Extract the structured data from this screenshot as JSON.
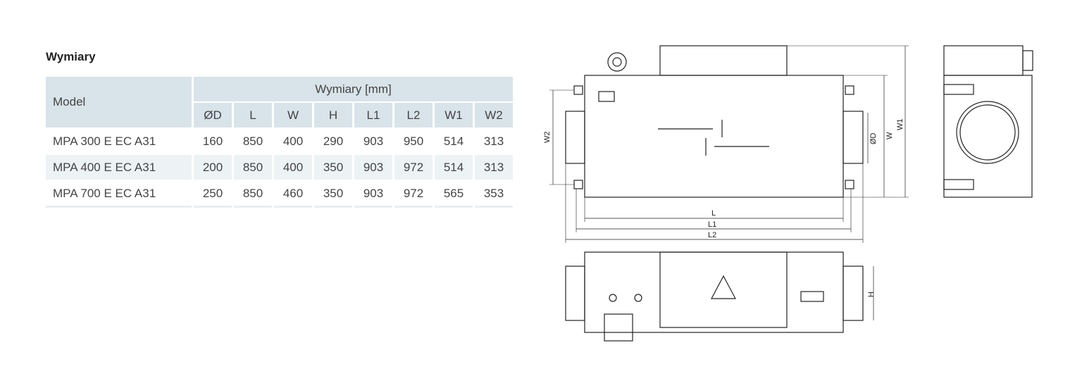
{
  "title": "Wymiary",
  "table": {
    "model_header": "Model",
    "group_header": "Wymiary [mm]",
    "columns": [
      "ØD",
      "L",
      "W",
      "H",
      "L1",
      "L2",
      "W1",
      "W2"
    ],
    "rows": [
      {
        "model": "MPA 300 E EC A31",
        "values": [
          "160",
          "850",
          "400",
          "290",
          "903",
          "950",
          "514",
          "313"
        ]
      },
      {
        "model": "MPA 400 E EC A31",
        "values": [
          "200",
          "850",
          "400",
          "350",
          "903",
          "972",
          "514",
          "313"
        ]
      },
      {
        "model": "MPA 700 E EC A31",
        "values": [
          "250",
          "850",
          "460",
          "350",
          "903",
          "972",
          "565",
          "353"
        ]
      }
    ]
  },
  "drawing": {
    "labels": {
      "L": "L",
      "L1": "L1",
      "L2": "L2",
      "W": "W",
      "W1": "W1",
      "W2": "W2",
      "D": "ØD",
      "H": "H"
    }
  }
}
